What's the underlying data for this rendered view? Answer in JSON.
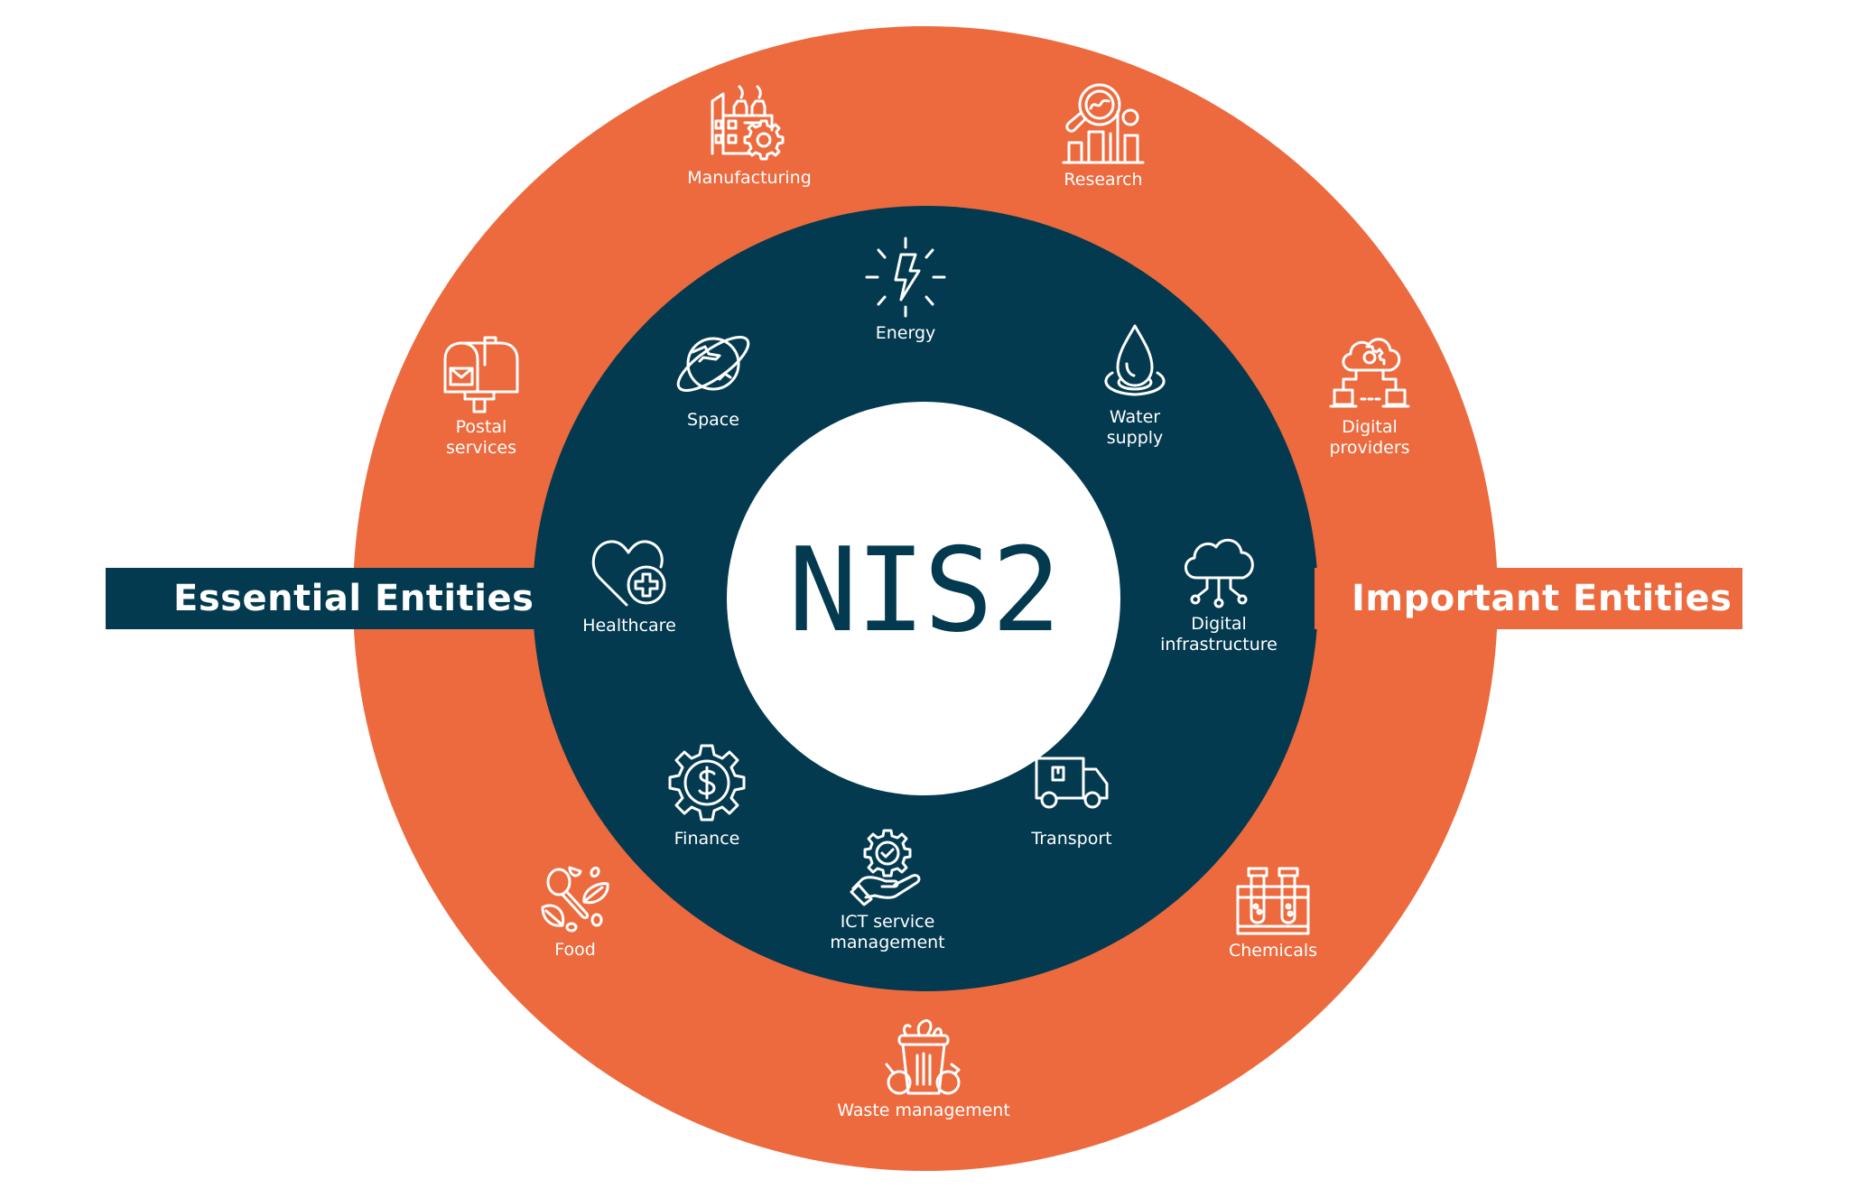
{
  "diagram": {
    "title": "NIS2",
    "colors": {
      "essential": "#033A4F",
      "important": "#EC6A3E",
      "center": "#FFFFFF",
      "text_light": "#FFFFFF"
    },
    "essential_entities": {
      "label": "Essential Entities",
      "sectors": [
        {
          "id": "energy",
          "label_lines": [
            "Energy"
          ],
          "icon": "lightning-bolt-icon"
        },
        {
          "id": "water",
          "label_lines": [
            "Water",
            "supply"
          ],
          "icon": "water-drop-icon"
        },
        {
          "id": "digital-infra",
          "label_lines": [
            "Digital",
            "infrastructure"
          ],
          "icon": "cloud-network-icon"
        },
        {
          "id": "transport",
          "label_lines": [
            "Transport"
          ],
          "icon": "delivery-truck-icon"
        },
        {
          "id": "ict",
          "label_lines": [
            "ICT service",
            "management"
          ],
          "icon": "gear-hand-icon"
        },
        {
          "id": "finance",
          "label_lines": [
            "Finance"
          ],
          "icon": "gear-dollar-icon"
        },
        {
          "id": "healthcare",
          "label_lines": [
            "Healthcare"
          ],
          "icon": "heart-plus-icon"
        },
        {
          "id": "space",
          "label_lines": [
            "Space"
          ],
          "icon": "planet-icon"
        }
      ]
    },
    "important_entities": {
      "label": "Important Entities",
      "sectors": [
        {
          "id": "manufacturing",
          "label_lines": [
            "Manufacturing"
          ],
          "icon": "factory-gear-icon"
        },
        {
          "id": "research",
          "label_lines": [
            "Research"
          ],
          "icon": "magnifier-chart-icon"
        },
        {
          "id": "digital-providers",
          "label_lines": [
            "Digital",
            "providers"
          ],
          "icon": "cloud-laptops-icon"
        },
        {
          "id": "chemicals",
          "label_lines": [
            "Chemicals"
          ],
          "icon": "test-tubes-icon"
        },
        {
          "id": "waste",
          "label_lines": [
            "Waste management"
          ],
          "icon": "trash-bin-icon"
        },
        {
          "id": "food",
          "label_lines": [
            "Food"
          ],
          "icon": "spoon-leaves-icon"
        },
        {
          "id": "postal",
          "label_lines": [
            "Postal",
            "services"
          ],
          "icon": "mailbox-icon"
        }
      ]
    }
  }
}
